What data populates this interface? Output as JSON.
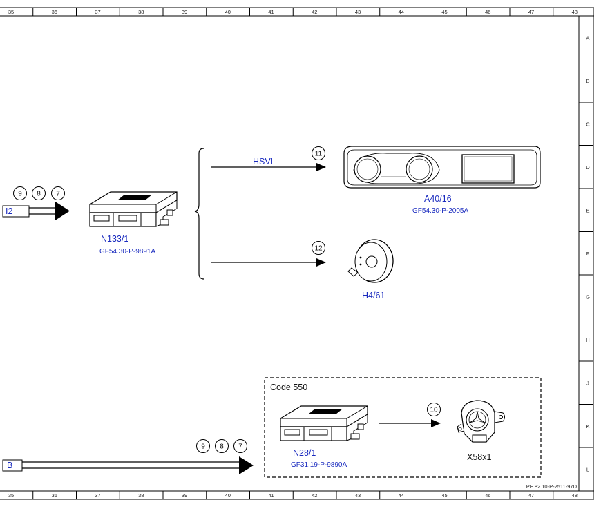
{
  "frame": {
    "columns": [
      "35",
      "36",
      "37",
      "38",
      "39",
      "40",
      "41",
      "42",
      "43",
      "44",
      "45",
      "46",
      "47",
      "48"
    ],
    "rows": [
      "A",
      "B",
      "C",
      "D",
      "E",
      "F",
      "G",
      "H",
      "J",
      "K",
      "L"
    ],
    "drawing_ref": "PE 82.10-P-2511-97D"
  },
  "incoming_top": {
    "wire_label": "I2",
    "refs": [
      "9",
      "8",
      "7"
    ]
  },
  "incoming_bottom": {
    "wire_label": "B",
    "refs": [
      "9",
      "8",
      "7"
    ]
  },
  "n133": {
    "id": "N133/1",
    "doc": "GF54.30-P-9891A"
  },
  "branch_a": {
    "signal": "HSVL",
    "ref": "11"
  },
  "a40": {
    "id": "A40/16",
    "doc": "GF54.30-P-2005A"
  },
  "branch_b": {
    "ref": "12"
  },
  "h4": {
    "id": "H4/61"
  },
  "code_box": {
    "title": "Code 550"
  },
  "n28": {
    "id": "N28/1",
    "doc": "GF31.19-P-9890A"
  },
  "branch_c": {
    "ref": "10"
  },
  "x58": {
    "id": "X58x1"
  },
  "colors": {
    "label_blue": "#1a2bbf",
    "line": "#000000"
  }
}
